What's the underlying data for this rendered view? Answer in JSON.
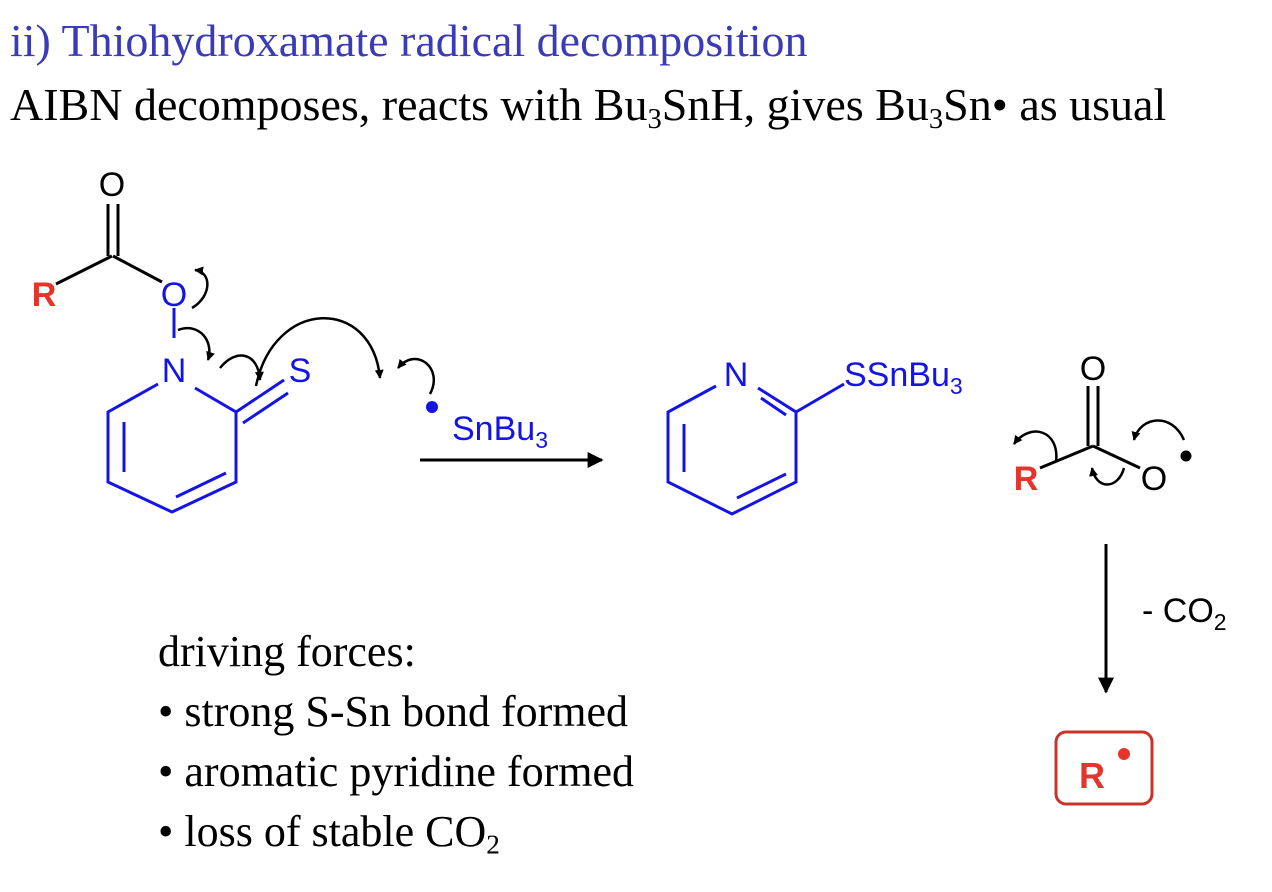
{
  "title": "ii) Thiohydroxamate radical decomposition",
  "subtitle": {
    "part1": "AIBN decomposes, reacts with Bu",
    "sub1": "3",
    "part2": "SnH, gives Bu",
    "sub2": "3",
    "part3": "Sn• as usual"
  },
  "colors": {
    "title": "#3b3bb8",
    "structure": "#1414e6",
    "r_group": "#e6342a",
    "box_border": "#c8342a",
    "text": "#000000"
  },
  "reactant": {
    "r_label": "R",
    "carbonyl_o": "O",
    "ester_o": "O",
    "n_label": "N",
    "s_label": "S"
  },
  "reagent": {
    "base": "SnBu",
    "sub": "3"
  },
  "product_pyridine": {
    "n_label": "N",
    "substituent_base": "SSnBu",
    "substituent_sub": "3"
  },
  "acyloxy_radical": {
    "carbonyl_o": "O",
    "r_label": "R",
    "o_label": "O"
  },
  "loss": {
    "prefix": "- CO",
    "sub": "2"
  },
  "radical_product": {
    "r_label": "R"
  },
  "driving_forces": {
    "heading": "driving forces:",
    "item1": "• strong S-Sn bond formed",
    "item2": "• aromatic pyridine formed",
    "item3_base": "• loss of stable CO",
    "item3_sub": "2"
  }
}
